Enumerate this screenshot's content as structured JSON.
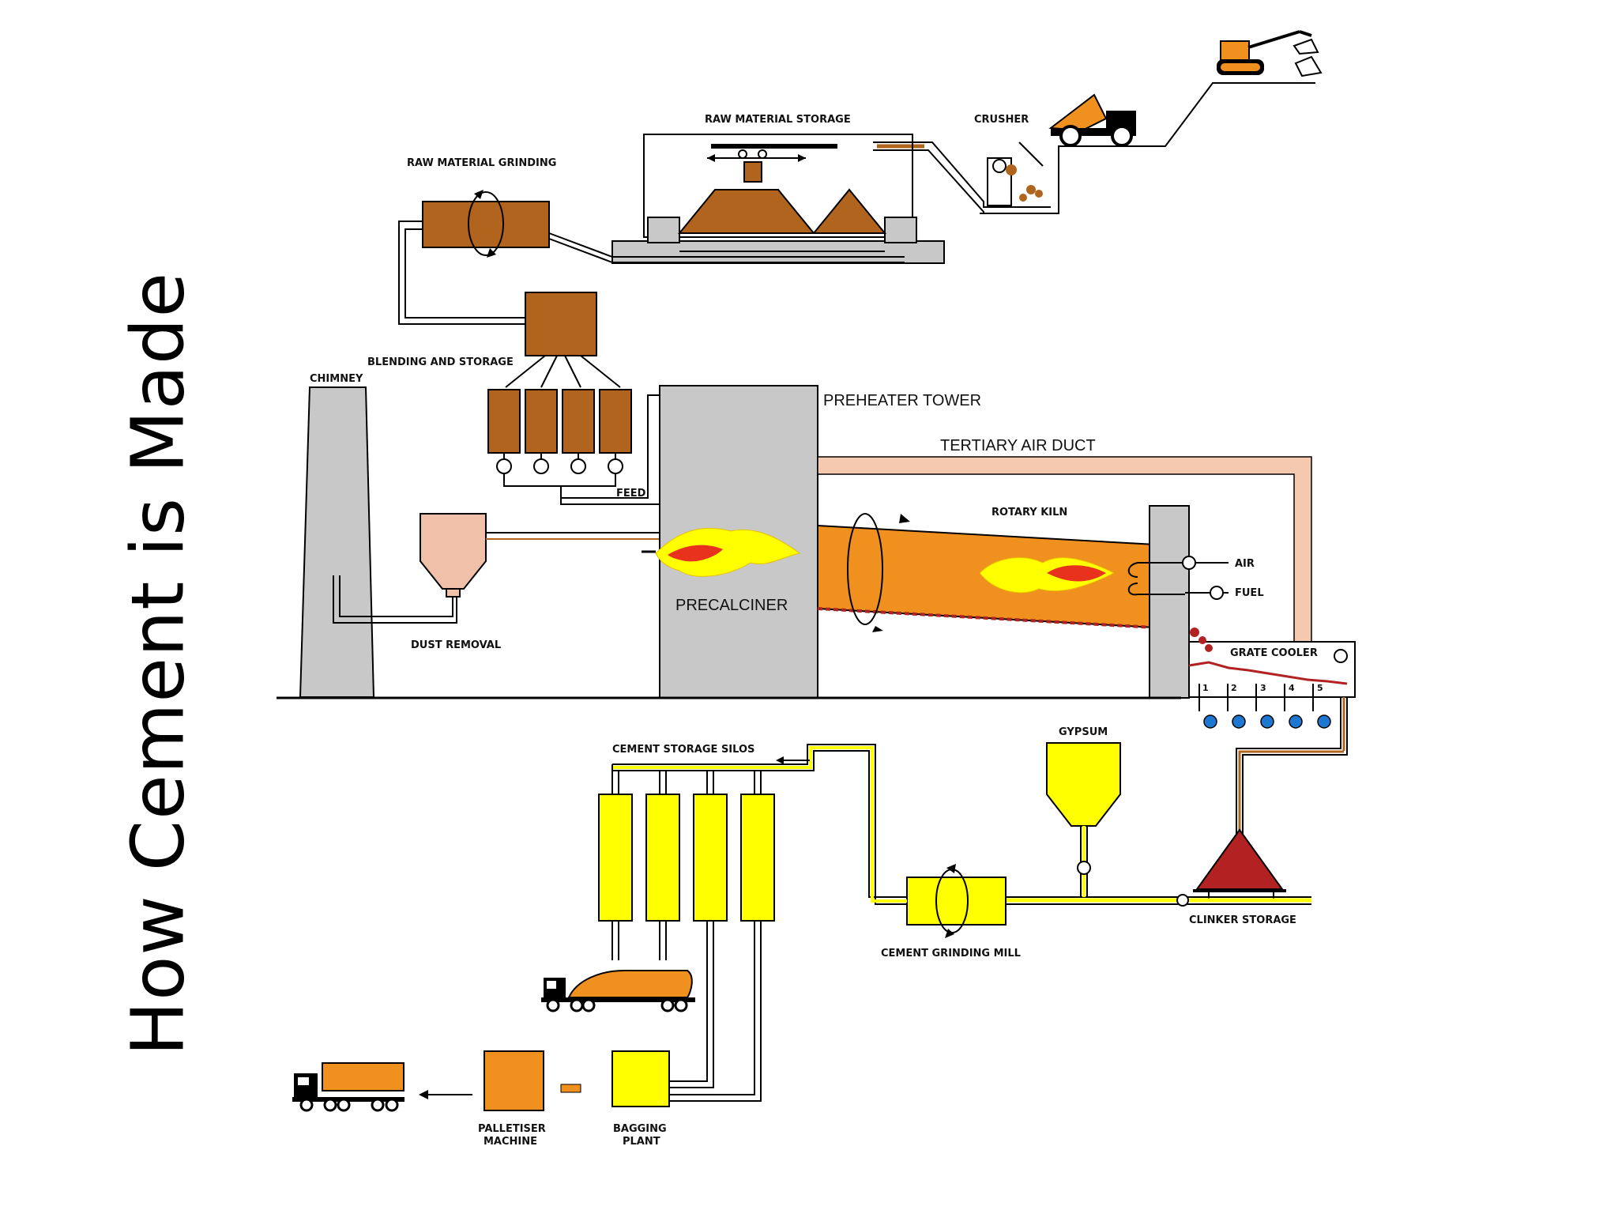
{
  "title": "How Cement is Made",
  "labels": {
    "raw_material_storage": "RAW MATERIAL STORAGE",
    "crusher": "CRUSHER",
    "raw_material_grinding": "RAW MATERIAL GRINDING",
    "blending_and_storage": "BLENDING AND STORAGE",
    "chimney": "CHIMNEY",
    "preheater_tower": "PREHEATER TOWER",
    "tertiary_air_duct": "TERTIARY AIR DUCT",
    "feed": "FEED",
    "rotary_kiln": "ROTARY KILN",
    "air": "AIR",
    "fuel": "FUEL",
    "precalciner": "PRECALCINER",
    "dust_removal": "DUST REMOVAL",
    "grate_cooler": "GRATE COOLER",
    "gypsum": "GYPSUM",
    "cement_storage_silos": "CEMENT STORAGE SILOS",
    "cement_grinding_mill": "CEMENT GRINDING MILL",
    "clinker_storage": "CLINKER STORAGE",
    "palletiser_line1": "PALLETISER",
    "palletiser_line2": "MACHINE",
    "bagging_line1": "BAGGING",
    "bagging_line2": "PLANT"
  },
  "cooler_fans": [
    "1",
    "2",
    "3",
    "4",
    "5"
  ],
  "colors": {
    "raw_material": "#b0641e",
    "kiln": "#f0901e",
    "cement": "#ffff00",
    "clinker": "#b22222",
    "duct": "#f5c9b0",
    "structure": "#c8c8c8"
  }
}
